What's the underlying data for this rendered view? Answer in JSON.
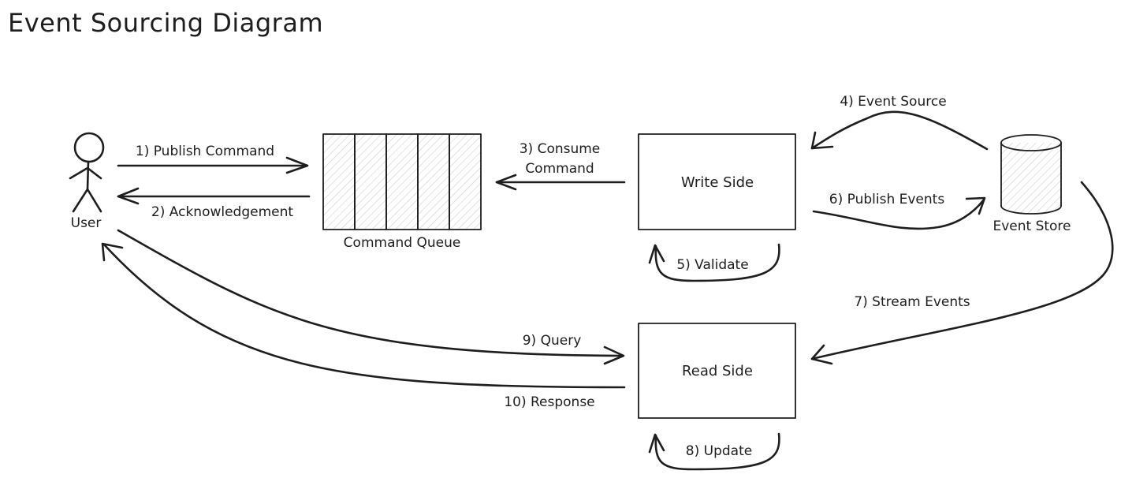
{
  "title": "Event Sourcing Diagram",
  "nodes": {
    "user": "User",
    "command_queue": "Command Queue",
    "write_side": "Write Side",
    "read_side": "Read Side",
    "event_store": "Event Store"
  },
  "edges": {
    "publish_command": "1) Publish Command",
    "acknowledgement": "2) Acknowledgement",
    "consume_command_line1": "3) Consume",
    "consume_command_line2": "Command",
    "event_source": "4) Event Source",
    "validate": "5) Validate",
    "publish_events": "6) Publish Events",
    "stream_events": "7) Stream Events",
    "update": "8) Update",
    "query": "9) Query",
    "response": "10) Response"
  },
  "colors": {
    "ink": "#1e1e1e",
    "hatch": "#cfcfcf",
    "background": "#ffffff"
  }
}
